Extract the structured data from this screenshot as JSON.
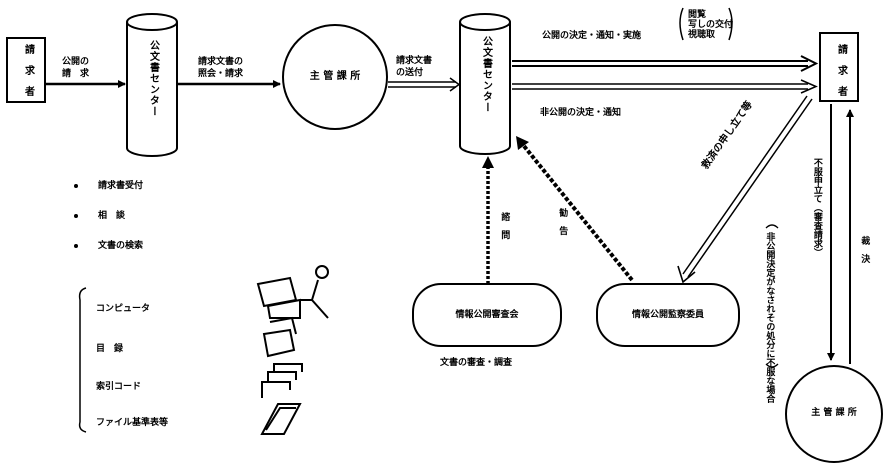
{
  "nodes": {
    "requester_left": "請 求 者",
    "center_1": "公文書センター",
    "gov_office_top": "主 管 課 所",
    "center_2": "公文書センター",
    "requester_right": "請 求 者",
    "council": "情報公開審査会",
    "commissioner": "情報公開監察委員",
    "gov_office_bottom": "主 管 課 所"
  },
  "arrows": {
    "disclosure_request_1": "公開の",
    "disclosure_request_2": "請　求",
    "inquiry_1": "請求文書の",
    "inquiry_2": "照会・請求",
    "send_doc_1": "請求文書",
    "send_doc_2": "の送付",
    "decision_disclose": "公開の決定・通知・実施",
    "viewing_1": "閲覧",
    "viewing_2": "写しの交付",
    "viewing_3": "視聴取",
    "decision_nondisclose": "非公開の決定・通知",
    "remedy": "救済の申し立て等",
    "consult": "諮　問",
    "advice": "勧　告",
    "objection": "不服申立て（審査請求）",
    "ruling": "裁　決",
    "when_unfair": "非公開決定がなされその処分に不服な場合",
    "review_label": "文書の審査・調査"
  },
  "center_tasks": [
    "請求書受付",
    "相　談",
    "文書の検索"
  ],
  "equipment": [
    "コンピュータ",
    "目　録",
    "索引コード",
    "ファイル基準表等"
  ]
}
